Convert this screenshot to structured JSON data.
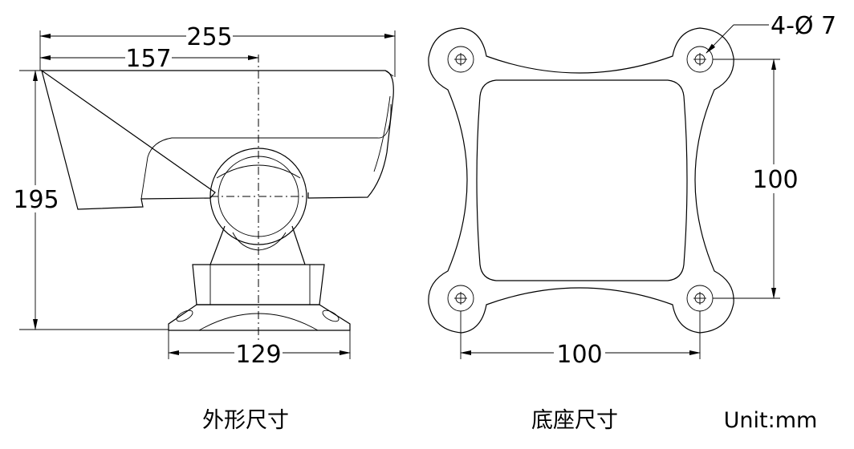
{
  "side_view": {
    "caption": "外形尺寸",
    "dims": {
      "total_width": "255",
      "partial_width": "157",
      "height": "195",
      "base_width": "129"
    }
  },
  "base_view": {
    "caption": "底座尺寸",
    "dims": {
      "hole_spec": "4-Ø 7",
      "vertical_spacing": "100",
      "horizontal_spacing": "100"
    }
  },
  "unit_label": "Unit:mm"
}
